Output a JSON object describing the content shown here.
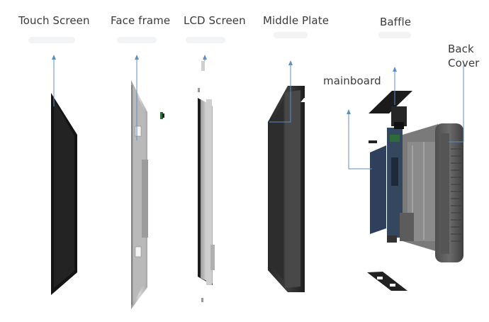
{
  "labels": {
    "touch_screen": "Touch Screen",
    "face_frame": "Face frame",
    "lcd_screen": "LCD Screen",
    "middle_plate": "Middle Plate",
    "baffle": "Baffle",
    "mainboard": "mainboard",
    "back_cover_line1": "Back",
    "back_cover_line2": "Cover"
  },
  "colors": {
    "label_text": "#3a3a3a",
    "callout_line": "#5b8fc7",
    "panel_black": "#1a1a1a",
    "metal_light": "#c8c8c8",
    "metal_dark": "#8f8f8f",
    "board_blue": "#2f3f5c"
  }
}
